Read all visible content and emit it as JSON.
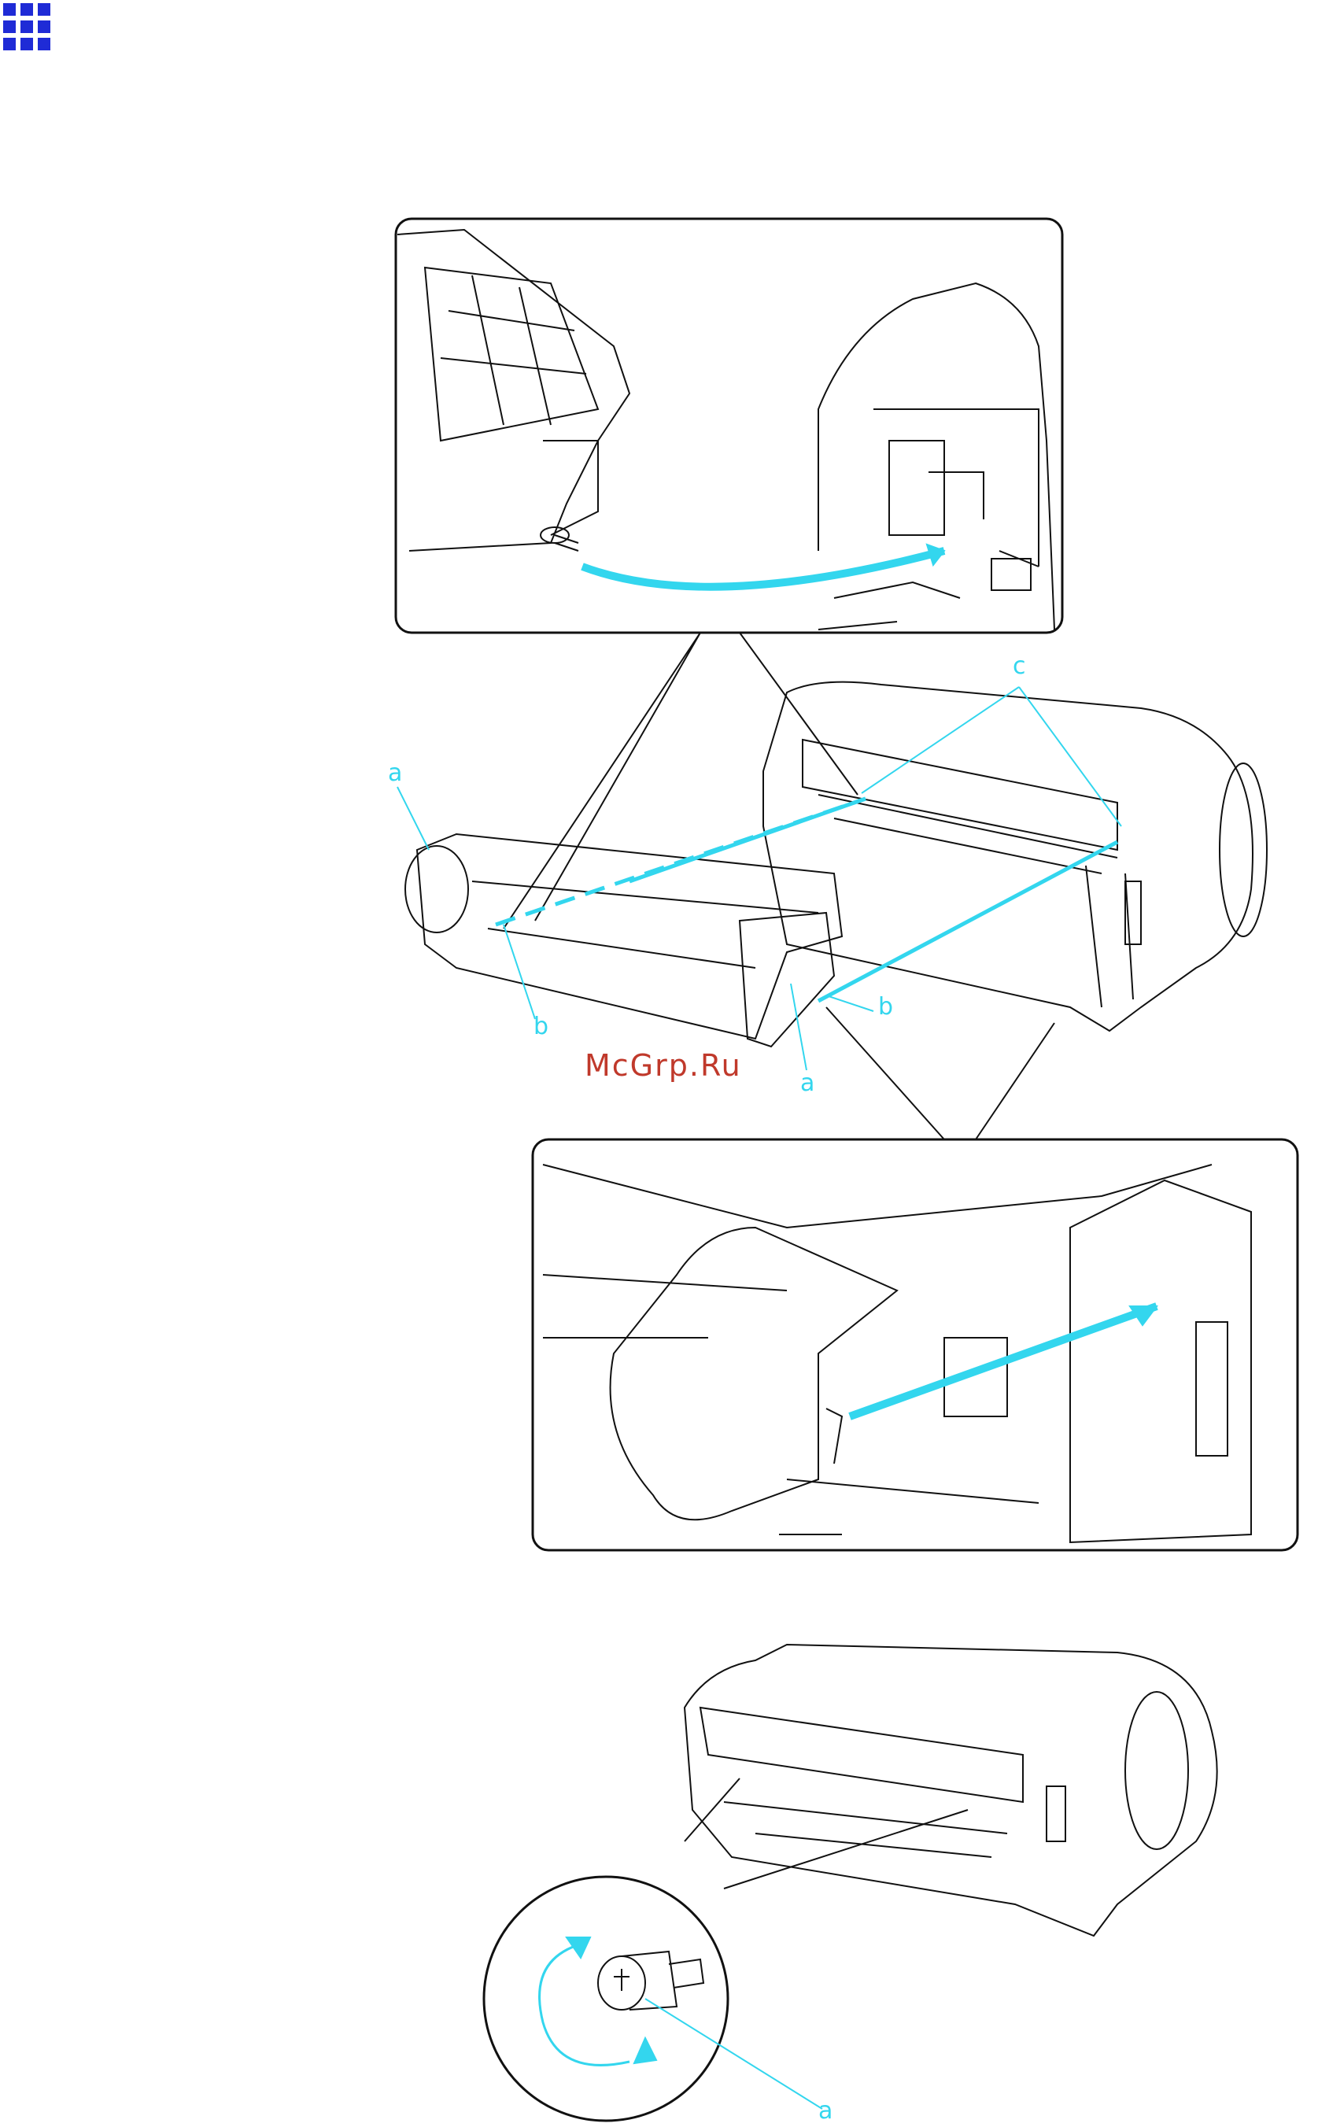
{
  "page": {
    "menu_icon": "grid-menu-icon",
    "accent_color": "#33d6ee",
    "watermark_color": "#c0392b"
  },
  "figure1": {
    "callouts": {
      "a_left": "a",
      "b_left": "b",
      "c_top": "c",
      "a_right": "a",
      "b_right": "b"
    },
    "watermark": "McGrp.Ru"
  },
  "figure2": {
    "callouts": {
      "a_screw": "a"
    }
  }
}
